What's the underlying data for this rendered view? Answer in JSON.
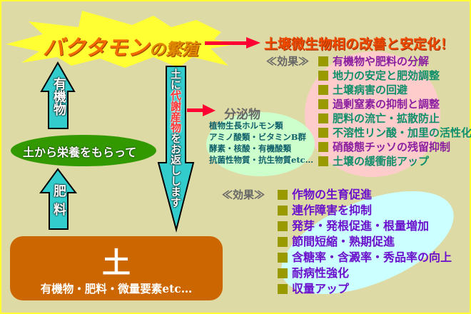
{
  "title": {
    "main": "バクタモン",
    "suffix": "の繁殖"
  },
  "result_title": "土壌微生物相の改善と安定化！",
  "effects_label": "≪効果≫",
  "effects1": [
    "有機物や肥料の分解",
    "地力の安定と肥効調整",
    "土壌病害の回避",
    "過剰窒素の抑制と調整",
    "肥料の流亡・拡散防止",
    "不溶性リン酸・加里の活性化",
    "硝酸態チッソの残留抑制",
    "土壌の緩衝能アップ"
  ],
  "colors": {
    "purple": "#8B1FA0",
    "green": "#0F8F6A",
    "list2": "#6A0FCC",
    "soil": "#CC6600",
    "cyan": "#33CCCC"
  },
  "arrows": {
    "organic": "有機物",
    "fertilizer": "肥料",
    "return_prefix": "土に",
    "return_highlight": "代謝産物",
    "return_suffix": "をお返しします"
  },
  "nutrient_label": "土から栄養をもらって",
  "secretions": {
    "title": "分泌物",
    "lines": [
      "植物生長ホルモン類",
      "アミノ酸類・ビタミンB群",
      "酵素・核酸・有機酸類",
      "抗菌性物質・抗生物質etc…"
    ]
  },
  "effects2": [
    "作物の生育促進",
    "連作障害を抑制",
    "発芽・発根促進・根量増加",
    "節間短縮・熟期促進",
    "含糖率・含澱率・秀品率の向上",
    "耐病性強化",
    "収量アップ"
  ],
  "soil": {
    "title": "土",
    "subtitle": "有機物・肥料・微量要素etc…"
  }
}
